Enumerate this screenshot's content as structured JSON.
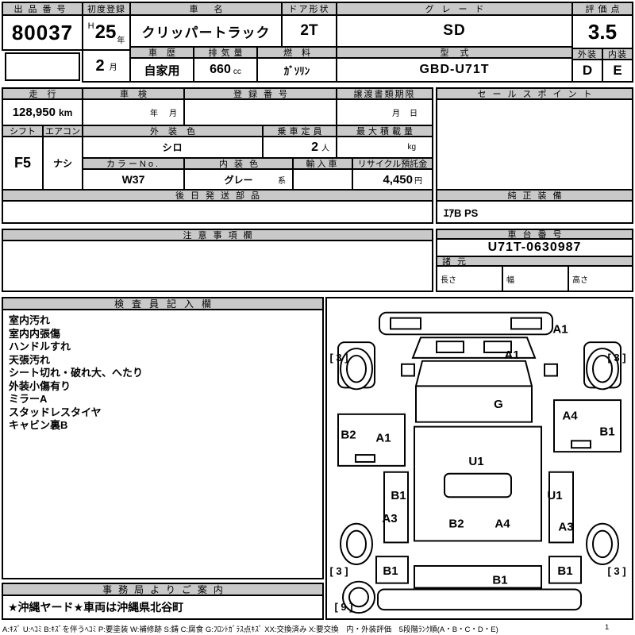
{
  "s1": {
    "auction_no_label": "出品番号",
    "auction_no": "80037",
    "first_reg_label": "初度登録",
    "era": "H",
    "reg_year": "25",
    "year_unit": "年",
    "reg_month": "2",
    "month_unit": "月",
    "car_name_label": "車名",
    "car_name": "クリッパートラック",
    "door_label": "ドア形状",
    "door": "2T",
    "grade_label": "グレード",
    "grade": "SD",
    "score_label": "評価点",
    "score": "3.5",
    "history_label": "車歴",
    "history": "自家用",
    "displacement_label": "排気量",
    "displacement": "660",
    "displacement_unit": "cc",
    "fuel_label": "燃料",
    "fuel": "ｶﾞｿﾘﾝ",
    "model_label": "型式",
    "model": "GBD-U71T",
    "exterior_label": "外装",
    "exterior_score": "D",
    "interior_label": "内装",
    "interior_score": "E"
  },
  "s2": {
    "mileage_label": "走行",
    "mileage": "128,950",
    "mileage_unit": "km",
    "inspection_label": "車検",
    "inspection_year_unit": "年",
    "inspection_month_unit": "月",
    "reg_no_label": "登録番号",
    "transfer_label": "譲渡書類期限",
    "transfer_month_unit": "月",
    "transfer_day_unit": "日",
    "sales_point_label": "セールスポイント"
  },
  "s3": {
    "shift_label": "シフト",
    "shift": "F5",
    "aircon_label": "エアコン",
    "aircon": "ナシ",
    "ext_color_label": "外装色",
    "ext_color": "シロ",
    "capacity_label": "乗車定員",
    "capacity": "2",
    "capacity_unit": "人",
    "max_load_label": "最大積載量",
    "max_load_unit": "kg",
    "color_no_label": "カラーNo.",
    "color_no": "W37",
    "int_color_label": "内装色",
    "int_color": "グレー",
    "int_color_unit": "系",
    "import_label": "輸入車",
    "recycle_label": "リサイクル預託金",
    "recycle_fee": "4,450",
    "recycle_unit": "円"
  },
  "s4": {
    "later_parts_label": "後日発送部品",
    "equipment_label": "純正装備",
    "equipment": "ｴｱB PS"
  },
  "s5": {
    "caution_label": "注意事項欄",
    "chassis_label": "車台番号",
    "chassis_no": "U71T-0630987",
    "spec_label": "諸元",
    "length_label": "長さ",
    "width_label": "幅",
    "height_label": "高さ"
  },
  "inspection": {
    "title": "検査員記入欄",
    "notes": [
      "室内汚れ",
      "室内内張傷",
      "ハンドルすれ",
      "天張汚れ",
      "シート切れ・破れ大、へたり",
      "外装小傷有り",
      "ミラーA",
      "スタッドレスタイヤ",
      "キャビン裏B"
    ]
  },
  "office": {
    "title": "事務局よりご案内",
    "message": "★沖縄ヤード★車両は沖縄県北谷町"
  },
  "diagram": {
    "labels": [
      {
        "part": "front-panel-right",
        "text": "A1"
      },
      {
        "part": "front-left-wheel",
        "text": "[ 3 ]"
      },
      {
        "part": "front-right-wheel",
        "text": "[ 3 ]"
      },
      {
        "part": "windshield",
        "text": "A1"
      },
      {
        "part": "glass",
        "text": "G"
      },
      {
        "part": "left-front-fender",
        "text": "B2"
      },
      {
        "part": "left-door",
        "text": "A1"
      },
      {
        "part": "right-door",
        "text": "A4"
      },
      {
        "part": "right-side",
        "text": "B1"
      },
      {
        "part": "bed-floor",
        "text": "U1"
      },
      {
        "part": "left-gate",
        "text": "B1"
      },
      {
        "part": "right-gate",
        "text": "U1"
      },
      {
        "part": "left-rear-fender",
        "text": "A3"
      },
      {
        "part": "bed-rear-left",
        "text": "B2"
      },
      {
        "part": "bed-rear-right",
        "text": "A4"
      },
      {
        "part": "right-rear-fender",
        "text": "A3"
      },
      {
        "part": "rear-left-wheel",
        "text": "[ 3 ]"
      },
      {
        "part": "rear-left-panel",
        "text": "B1"
      },
      {
        "part": "rear-right-panel",
        "text": "B1"
      },
      {
        "part": "rear-right-wheel",
        "text": "[ 3 ]"
      },
      {
        "part": "tailgate",
        "text": "B1"
      },
      {
        "part": "spare-tire",
        "text": "[ 9 ]"
      }
    ]
  },
  "legend": {
    "text": "A:ｷｽﾞ U:ﾍｺﾐ B:ｷｽﾞを伴うﾍｺﾐ P:要塗装 W:補修跡 S:錆 C:腐食 G:ﾌﾛﾝﾄｶﾞﾗｽ点ｷｽﾞ XX:交換済み X:要交換　内・外装評価　5段階ﾗﾝｸ順(A・B・C・D・E)",
    "page": "1"
  }
}
